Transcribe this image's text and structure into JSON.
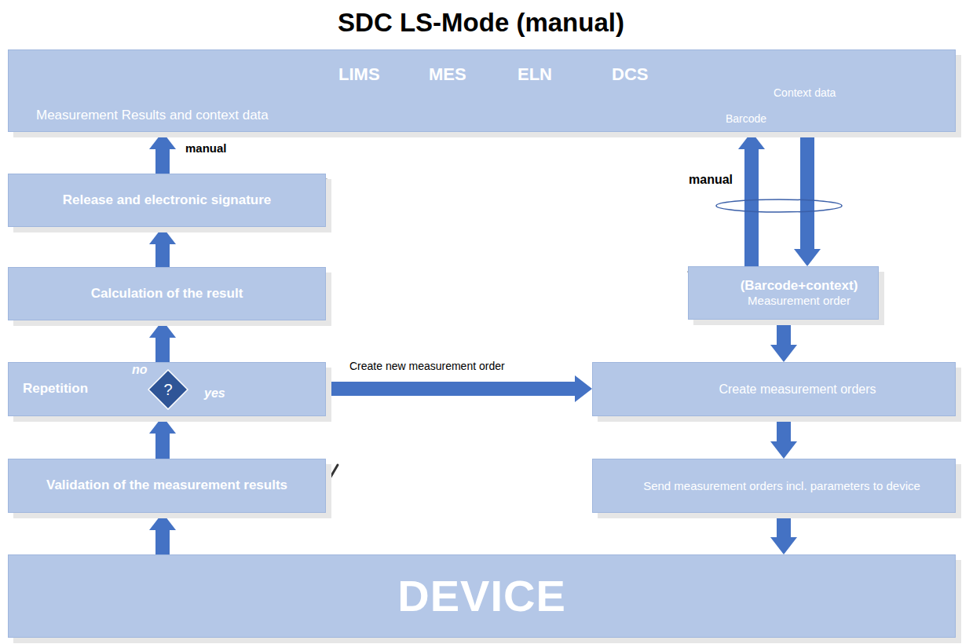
{
  "diagram": {
    "title": "SDC LS-Mode (manual)",
    "nodes": [
      {
        "text": [
          "LIMS",
          "MES",
          "ELN",
          "DCS",
          "Measurement Results and context data"
        ]
      },
      {
        "text": [
          "Release and electronic signature"
        ]
      },
      {
        "text": [
          "Calculation of the result"
        ]
      },
      {
        "text": [
          "Repetition"
        ]
      },
      {
        "text": [
          "?"
        ],
        "in": 3
      },
      {
        "text": [
          "Validation of the measurement results"
        ]
      },
      {
        "text": [
          "(Barcode+context)",
          "Measurement order"
        ]
      },
      {
        "text": [
          "Create measurement orders"
        ]
      },
      {
        "text": [
          "Send measurement orders incl. parameters to device"
        ]
      },
      {
        "text": [
          "DEVICE"
        ]
      }
    ],
    "edges": [
      {
        "from": 9,
        "to": 5,
        "arrow": "to"
      },
      {
        "from": 5,
        "to": 3,
        "arrow": "to"
      },
      {
        "from": 3,
        "to": 2,
        "arrow": "to"
      },
      {
        "from": 2,
        "to": 1,
        "arrow": "to"
      },
      {
        "from": 1,
        "to": 0,
        "label": "manual",
        "arrow": "to"
      },
      {
        "from": 3,
        "to": 7,
        "label": "Create new measurement order",
        "arrow": "to"
      },
      {
        "from": 6,
        "to": 0,
        "label": "Barcode",
        "arrow": "to"
      },
      {
        "from": 0,
        "to": 6,
        "label": "Context data",
        "arrow": "to"
      },
      {
        "from": 6,
        "to": 7,
        "arrow": "to"
      },
      {
        "from": 7,
        "to": 8,
        "arrow": "to"
      },
      {
        "from": 8,
        "to": 9,
        "arrow": "to"
      }
    ],
    "labels": [
      "no",
      "yes",
      "manual"
    ]
  }
}
